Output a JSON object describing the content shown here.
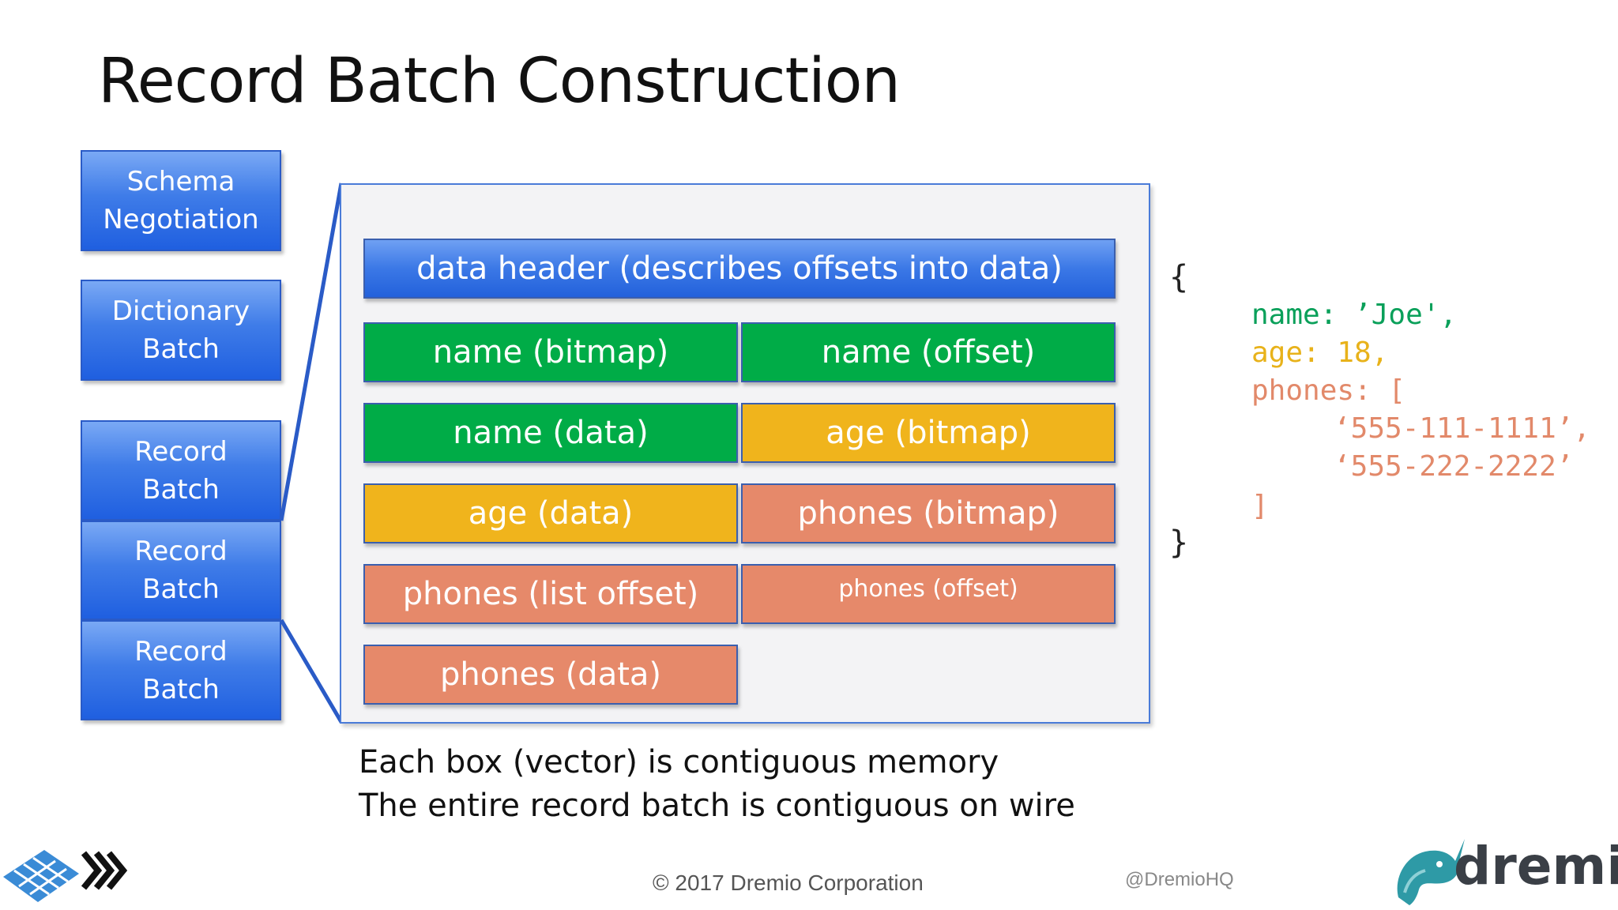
{
  "title": "Record Batch Construction",
  "left_boxes": [
    {
      "line1": "Schema",
      "line2": "Negotiation"
    },
    {
      "line1": "Dictionary",
      "line2": "Batch"
    },
    {
      "line1": "Record",
      "line2": "Batch"
    },
    {
      "line1": "Record",
      "line2": "Batch"
    },
    {
      "line1": "Record",
      "line2": "Batch"
    }
  ],
  "vectors": {
    "header": "data header (describes offsets into data)",
    "name_bitmap": "name (bitmap)",
    "name_offset": "name (offset)",
    "name_data": "name (data)",
    "age_bitmap": "age (bitmap)",
    "age_data": "age (data)",
    "phones_bitmap": "phones (bitmap)",
    "phones_list_offset": "phones (list offset)",
    "phones_offset": "phones (offset)",
    "phones_data": "phones (data)"
  },
  "captions": [
    "Each box (vector) is contiguous memory",
    "The entire record batch is contiguous on wire"
  ],
  "json_example": {
    "open_brace": "{",
    "close_brace": "}",
    "name_line": "name: ’Joe',",
    "age_line": "age: 18,",
    "phones_line": "phones: [",
    "phone1": "‘555-111-1111’,",
    "phone2": "‘555-222-2222’",
    "close_bracket": "]"
  },
  "footer": {
    "copyright": "© 2017 Dremio Corporation",
    "handle": "@DremioHQ",
    "brand": "dremio"
  },
  "colors": {
    "blue": "#3f7ce8",
    "green": "#00ac47",
    "yellow": "#f0b41c",
    "salmon": "#e6896a",
    "code_green": "#0aa05a",
    "code_yellow": "#e8b21a",
    "code_salmon": "#e2896a"
  },
  "icons": [
    "apache-arrow-logo",
    "dremio-narwhal-logo"
  ]
}
